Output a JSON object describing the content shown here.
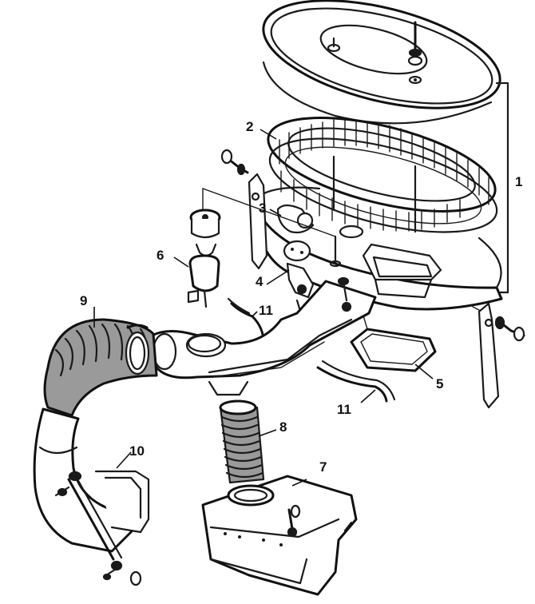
{
  "callouts": [
    {
      "id": "1",
      "text": "1"
    },
    {
      "id": "2",
      "text": "2"
    },
    {
      "id": "3",
      "text": "3"
    },
    {
      "id": "4",
      "text": "4"
    },
    {
      "id": "5",
      "text": "5"
    },
    {
      "id": "6",
      "text": "6"
    },
    {
      "id": "7",
      "text": "7"
    },
    {
      "id": "8",
      "text": "8"
    },
    {
      "id": "9",
      "text": "9"
    },
    {
      "id": "10",
      "text": "10"
    },
    {
      "id": "11a",
      "text": "11"
    },
    {
      "id": "11b",
      "text": "11"
    }
  ],
  "colors": {
    "ink": "#1a1a1a",
    "paper": "#ffffff"
  }
}
